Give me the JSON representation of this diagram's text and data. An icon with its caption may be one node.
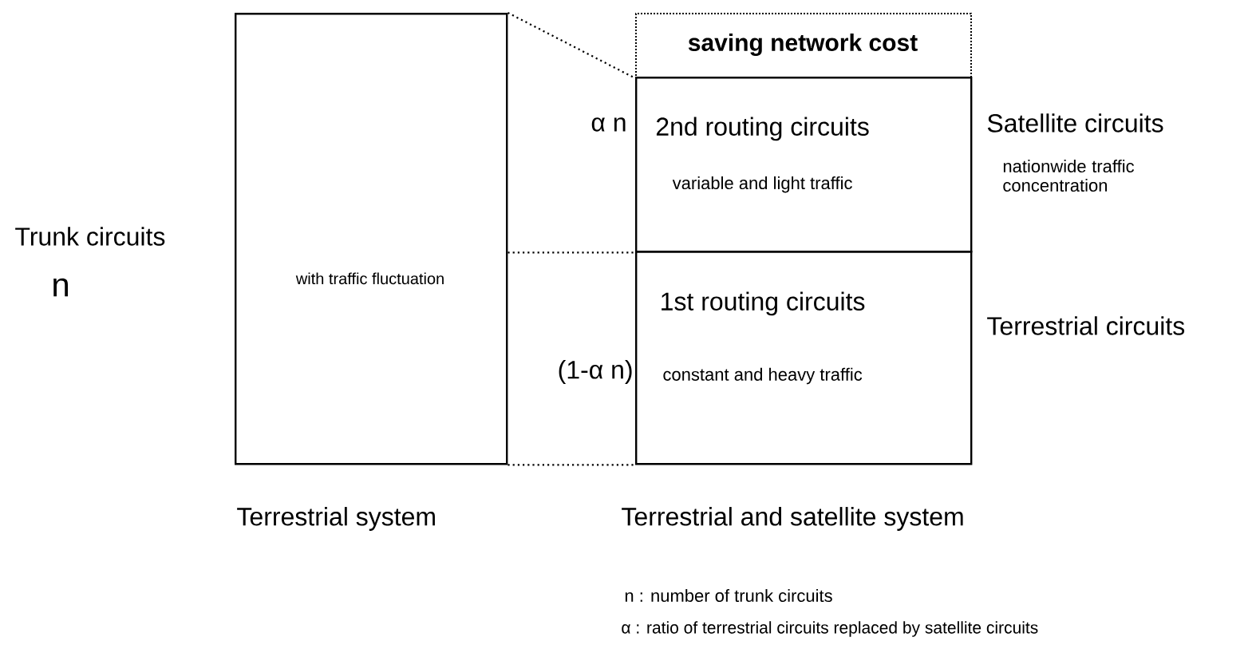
{
  "diagram": {
    "nodes": [
      {
        "text": [
          "with traffic fluctuation"
        ]
      },
      {
        "text": [
          "saving network cost"
        ]
      },
      {
        "text": [
          "2nd routing circuits",
          "variable and light traffic"
        ],
        "beside": [
          "α n",
          "Satellite circuits",
          "nationwide traffic concentration"
        ]
      },
      {
        "text": [
          "1st routing circuits",
          "constant and heavy traffic"
        ],
        "beside": [
          "(1-α n)",
          "Terrestrial circuits"
        ]
      }
    ],
    "edges": [
      {
        "from": 0,
        "to": 1,
        "arrow": "none",
        "style": "dashed"
      },
      {
        "from": 0,
        "to": 2,
        "arrow": "none",
        "style": "dashed"
      },
      {
        "from": 0,
        "to": 3,
        "arrow": "none",
        "style": "dashed"
      }
    ],
    "labels": [
      "Trunk circuits",
      "n",
      "Terrestrial system",
      "Terrestrial and satellite system",
      "n : number of trunk circuits",
      "α : ratio of terrestrial circuits replaced by satellite circuits"
    ]
  }
}
